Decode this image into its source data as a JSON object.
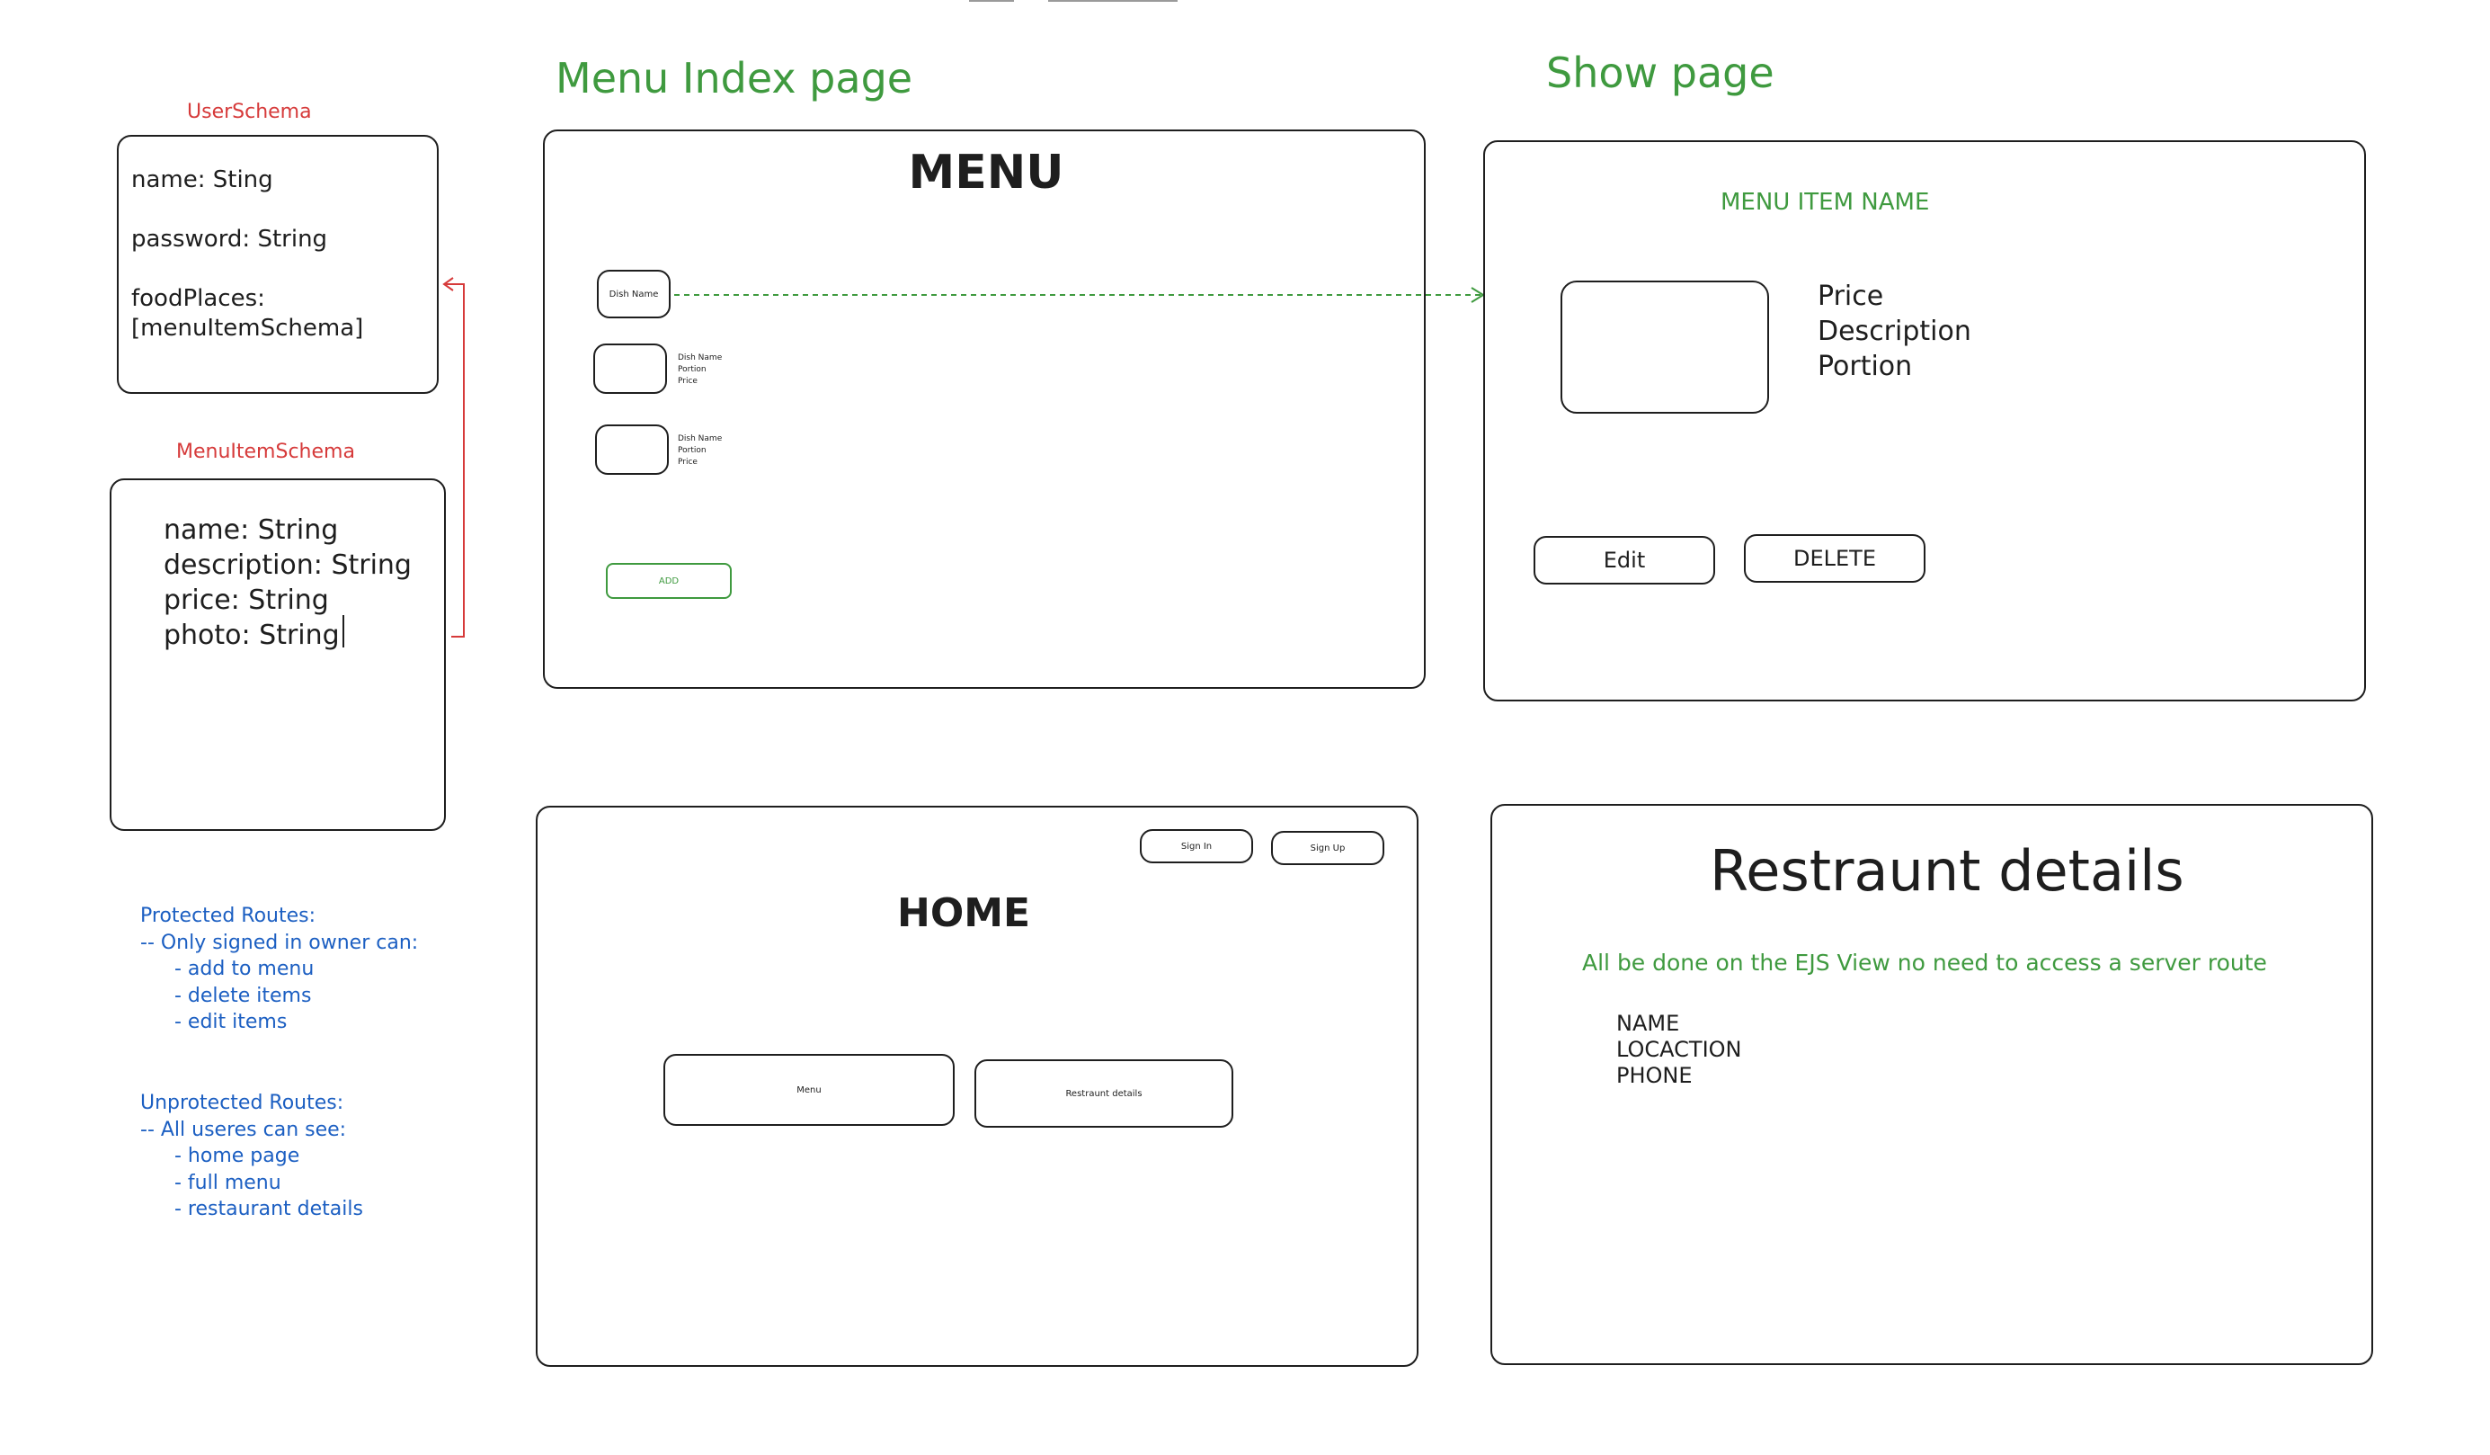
{
  "page_titles": {
    "menu_index": "Menu Index page",
    "show": "Show page"
  },
  "user_schema": {
    "title": "UserSchema",
    "lines": [
      "name: Sting",
      "",
      "password: String",
      "",
      "foodPlaces:",
      "[menuItemSchema]"
    ]
  },
  "menu_item_schema": {
    "title": "MenuItemSchema",
    "lines": [
      "name: String",
      "description: String",
      "price: String",
      "photo: String"
    ]
  },
  "menu_page": {
    "heading": "MENU",
    "item1_label": "Dish Name",
    "item2_lines": [
      "Dish Name",
      "Portion",
      "Price"
    ],
    "item3_lines": [
      "Dish Name",
      "Portion",
      "Price"
    ],
    "add_label": "ADD"
  },
  "show_page": {
    "heading": "MENU ITEM NAME",
    "details": [
      "Price",
      "Description",
      "Portion"
    ],
    "edit_label": "Edit",
    "delete_label": "DELETE"
  },
  "home_page": {
    "heading": "HOME",
    "sign_in_label": "Sign In",
    "sign_up_label": "Sign Up",
    "menu_label": "Menu",
    "details_label": "Restraunt details"
  },
  "details_page": {
    "heading": "Restraunt details",
    "note": "All be done on the EJS View no need to access a server route",
    "fields": [
      "NAME",
      "LOCACTION",
      "PHONE"
    ]
  },
  "routes": {
    "protected_title": "Protected Routes:",
    "protected_intro": "-- Only signed in owner can:",
    "protected_items": [
      "- add to menu",
      "- delete items",
      "- edit items"
    ],
    "unprotected_title": "Unprotected Routes:",
    "unprotected_intro": "-- All useres can see:",
    "unprotected_items": [
      "- home page",
      "- full menu",
      "- restaurant details"
    ]
  },
  "colors": {
    "stroke": "#1e1e1e",
    "green": "#3f9a3f",
    "red": "#d63a3a",
    "blue": "#1c5fc2"
  }
}
